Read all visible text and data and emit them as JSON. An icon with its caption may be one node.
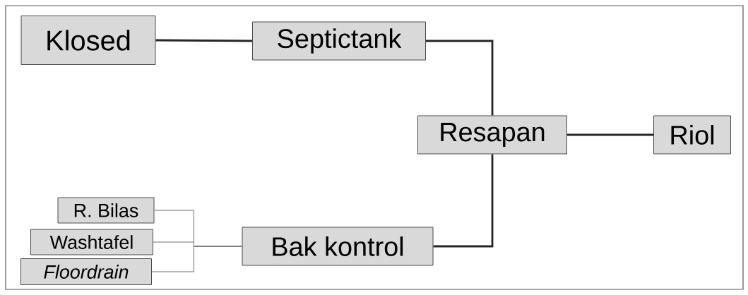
{
  "diagram": {
    "nodes": [
      {
        "text": [
          "Klosed"
        ]
      },
      {
        "text": [
          "Septictank"
        ]
      },
      {
        "text": [
          "Resapan"
        ]
      },
      {
        "text": [
          "Riol"
        ]
      },
      {
        "text": [
          "R. Bilas"
        ]
      },
      {
        "text": [
          "Washtafel"
        ]
      },
      {
        "text": [
          "Floordrain"
        ]
      },
      {
        "text": [
          "Bak kontrol"
        ]
      }
    ],
    "edges": [
      {
        "from": 0,
        "to": 1,
        "arrow": "none"
      },
      {
        "from": 1,
        "to": 2,
        "arrow": "none"
      },
      {
        "from": 2,
        "to": 3,
        "arrow": "none"
      },
      {
        "from": 7,
        "to": 2,
        "arrow": "none"
      },
      {
        "from": 4,
        "to": 7,
        "arrow": "none",
        "color": "#707070"
      },
      {
        "from": 5,
        "to": 7,
        "arrow": "none",
        "color": "#707070"
      },
      {
        "from": 6,
        "to": 7,
        "arrow": "none",
        "color": "#707070"
      }
    ]
  }
}
